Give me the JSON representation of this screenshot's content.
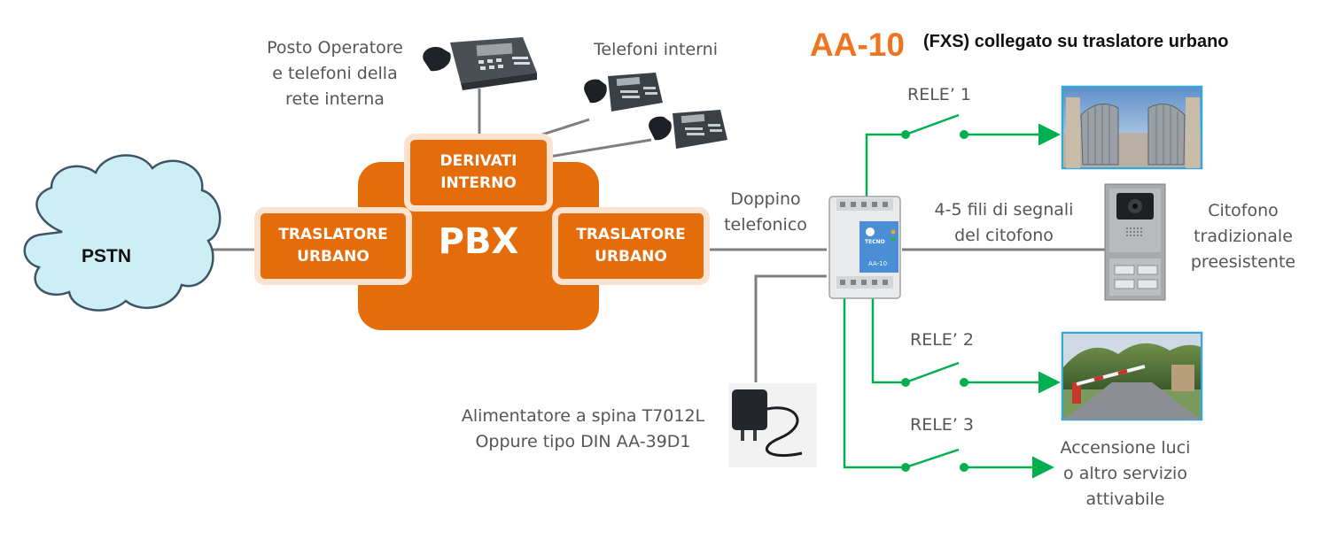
{
  "title": {
    "model": "AA-10",
    "subtitle": "(FXS) collegato su traslatore urbano"
  },
  "cloud": {
    "label": "PSTN"
  },
  "pbx": {
    "label": "PBX",
    "left_box": [
      "TRASLATORE",
      "URBANO"
    ],
    "right_box": [
      "TRASLATORE",
      "URBANO"
    ],
    "top_box": [
      "DERIVATI",
      "INTERNO"
    ]
  },
  "labels": {
    "operator": [
      "Posto Operatore",
      "e telefoni della",
      "rete interna"
    ],
    "internal_phones": "Telefoni interni",
    "pair": [
      "Doppino",
      "telefonico"
    ],
    "intercom_wires": [
      "4-5 fili di segnali",
      "del citofono"
    ],
    "intercom": [
      "Citofono",
      "tradizionale",
      "preesistente"
    ],
    "power_supply": [
      "Alimentatore a spina T7012L",
      "Oppure tipo DIN AA-39D1"
    ],
    "relay1": "RELE’ 1",
    "relay2": "RELE’ 2",
    "relay3": "RELE’ 3",
    "lights": [
      "Accensione luci",
      "o altro servizio",
      "attivabile"
    ]
  },
  "device": {
    "brand": "TECNO",
    "model_label": "AA-10"
  },
  "colors": {
    "orange": "#e46c0a",
    "orange_border": "#fbe3cf",
    "green": "#00b050",
    "line": "#7f7f7f",
    "cloud": "#cdeef5",
    "title": "#f07420"
  },
  "icons": [
    "cloud-icon",
    "desk-phone-icon",
    "din-device-icon",
    "gate-photo-icon",
    "barrier-photo-icon",
    "intercom-panel-icon",
    "power-adapter-icon"
  ]
}
